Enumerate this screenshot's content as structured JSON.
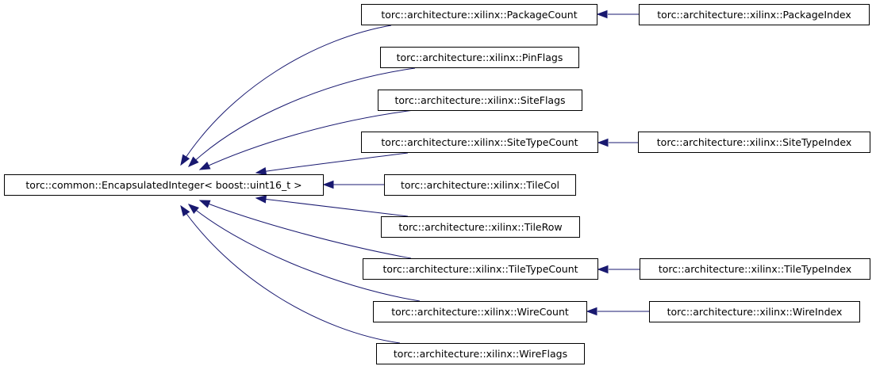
{
  "diagram": {
    "edge_color": "#191970",
    "nodes": {
      "base": "torc::common::EncapsulatedInteger< boost::uint16_t >",
      "package_count": "torc::architecture::xilinx::PackageCount",
      "pin_flags": "torc::architecture::xilinx::PinFlags",
      "site_flags": "torc::architecture::xilinx::SiteFlags",
      "site_type_count": "torc::architecture::xilinx::SiteTypeCount",
      "tile_col": "torc::architecture::xilinx::TileCol",
      "tile_row": "torc::architecture::xilinx::TileRow",
      "tile_type_count": "torc::architecture::xilinx::TileTypeCount",
      "wire_count": "torc::architecture::xilinx::WireCount",
      "wire_flags": "torc::architecture::xilinx::WireFlags",
      "package_index": "torc::architecture::xilinx::PackageIndex",
      "site_type_index": "torc::architecture::xilinx::SiteTypeIndex",
      "tile_type_index": "torc::architecture::xilinx::TileTypeIndex",
      "wire_index": "torc::architecture::xilinx::WireIndex"
    },
    "edges": [
      {
        "from": "package_count",
        "to": "base"
      },
      {
        "from": "pin_flags",
        "to": "base"
      },
      {
        "from": "site_flags",
        "to": "base"
      },
      {
        "from": "site_type_count",
        "to": "base"
      },
      {
        "from": "tile_col",
        "to": "base"
      },
      {
        "from": "tile_row",
        "to": "base"
      },
      {
        "from": "tile_type_count",
        "to": "base"
      },
      {
        "from": "wire_count",
        "to": "base"
      },
      {
        "from": "wire_flags",
        "to": "base"
      },
      {
        "from": "package_index",
        "to": "package_count"
      },
      {
        "from": "site_type_index",
        "to": "site_type_count"
      },
      {
        "from": "tile_type_index",
        "to": "tile_type_count"
      },
      {
        "from": "wire_index",
        "to": "wire_count"
      }
    ]
  }
}
